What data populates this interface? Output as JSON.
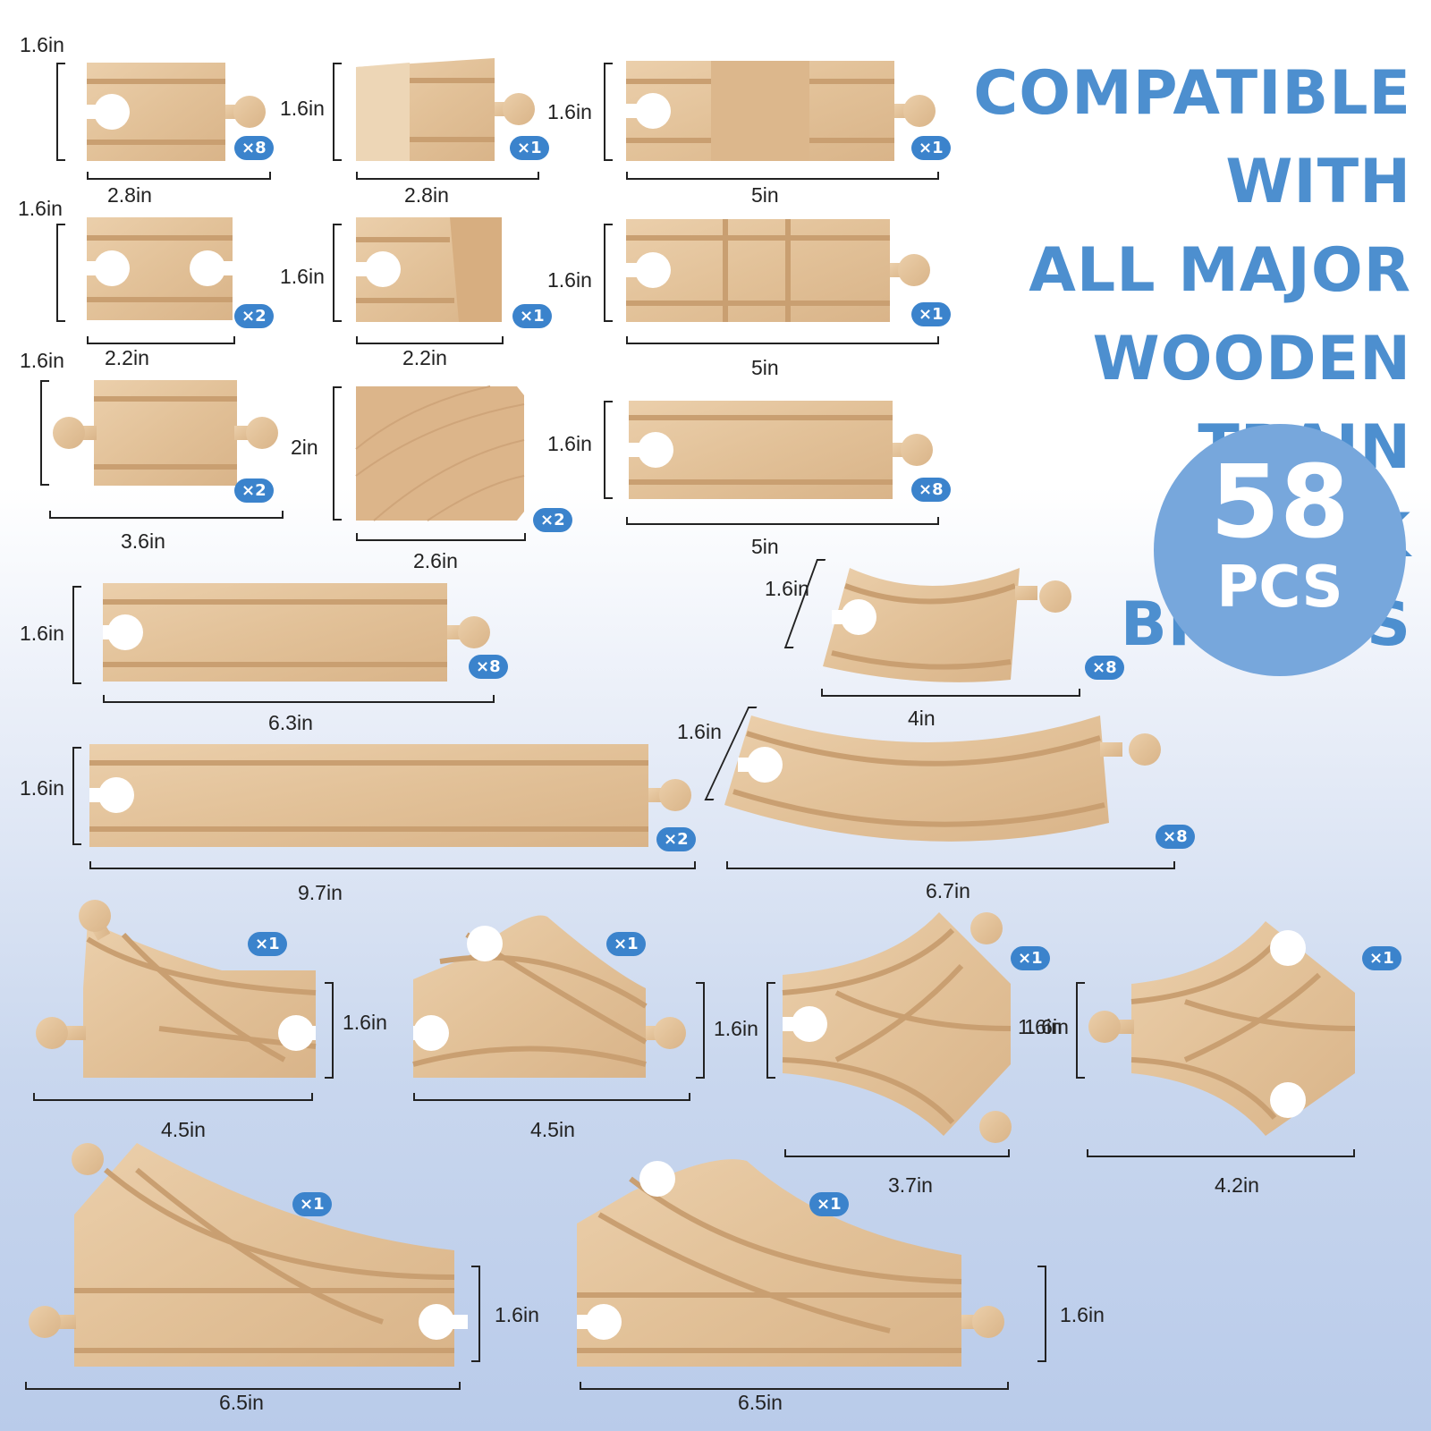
{
  "headline": {
    "line1": "Compatible with",
    "line2": "all major",
    "line3": "wooden train",
    "line4": "track brands"
  },
  "badge": {
    "number": "58",
    "unit": "PCS"
  },
  "colors": {
    "accent": "#3b83cc",
    "headline": "#4d8fcf",
    "badge": "#77a7dc",
    "wood": "#e2c199"
  },
  "pieces": [
    {
      "qty": "×8",
      "width": "2.8in",
      "height": "1.6in"
    },
    {
      "qty": "×1",
      "width": "2.8in",
      "height": "1.6in"
    },
    {
      "qty": "×1",
      "width": "5in",
      "height": "1.6in"
    },
    {
      "qty": "×2",
      "width": "2.2in",
      "height": "1.6in"
    },
    {
      "qty": "×1",
      "width": "2.2in",
      "height": "1.6in"
    },
    {
      "qty": "×1",
      "width": "5in",
      "height": "1.6in"
    },
    {
      "qty": "×2",
      "width": "3.6in",
      "height": "1.6in"
    },
    {
      "qty": "×2",
      "width": "2.6in",
      "height": "2in"
    },
    {
      "qty": "×8",
      "width": "5in",
      "height": "1.6in"
    },
    {
      "qty": "×8",
      "width": "6.3in",
      "height": "1.6in"
    },
    {
      "qty": "×8",
      "width": "4in",
      "height": "1.6in"
    },
    {
      "qty": "×2",
      "width": "9.7in",
      "height": "1.6in"
    },
    {
      "qty": "×8",
      "width": "6.7in",
      "height": "1.6in"
    },
    {
      "qty": "×1",
      "width": "4.5in",
      "height": "1.6in"
    },
    {
      "qty": "×1",
      "width": "4.5in",
      "height": "1.6in"
    },
    {
      "qty": "×1",
      "width": "3.7in",
      "height": "1.6in"
    },
    {
      "qty": "×1",
      "width": "4.2in",
      "height": "1.6in"
    },
    {
      "qty": "×1",
      "width": "6.5in",
      "height": "1.6in"
    },
    {
      "qty": "×1",
      "width": "6.5in",
      "height": "1.6in"
    }
  ]
}
